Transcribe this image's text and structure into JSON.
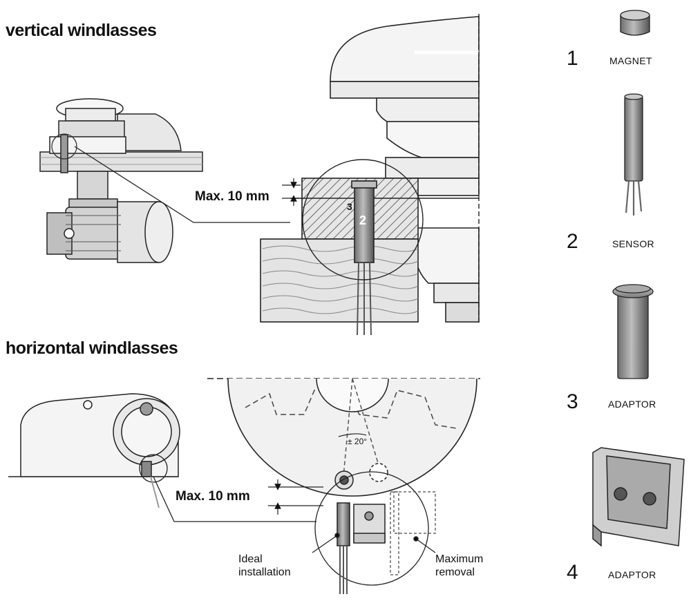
{
  "headings": {
    "vertical": "vertical windlasses",
    "horizontal": "horizontal windlasses"
  },
  "dimensions": {
    "vertical_max": "Max. 10 mm",
    "horizontal_max": "Max. 10 mm",
    "angle": "± 20°"
  },
  "callouts": {
    "ideal": "Ideal\ninstallation",
    "maximum": "Maximum\nremoval"
  },
  "inline_labels": {
    "sensor": "2",
    "adaptor": "3"
  },
  "parts": [
    {
      "number": "1",
      "name": "MAGNET",
      "icon": "magnet-icon"
    },
    {
      "number": "2",
      "name": "SENSOR",
      "icon": "sensor-icon"
    },
    {
      "number": "3",
      "name": "ADAPTOR",
      "icon": "adaptor-cylinder-icon"
    },
    {
      "number": "4",
      "name": "ADAPTOR",
      "icon": "adaptor-bracket-icon"
    }
  ],
  "colors": {
    "line": "#222222",
    "fill_light": "#f2f2f2",
    "fill_mid": "#d9d9d9",
    "fill_dark": "#8c8c8c"
  }
}
